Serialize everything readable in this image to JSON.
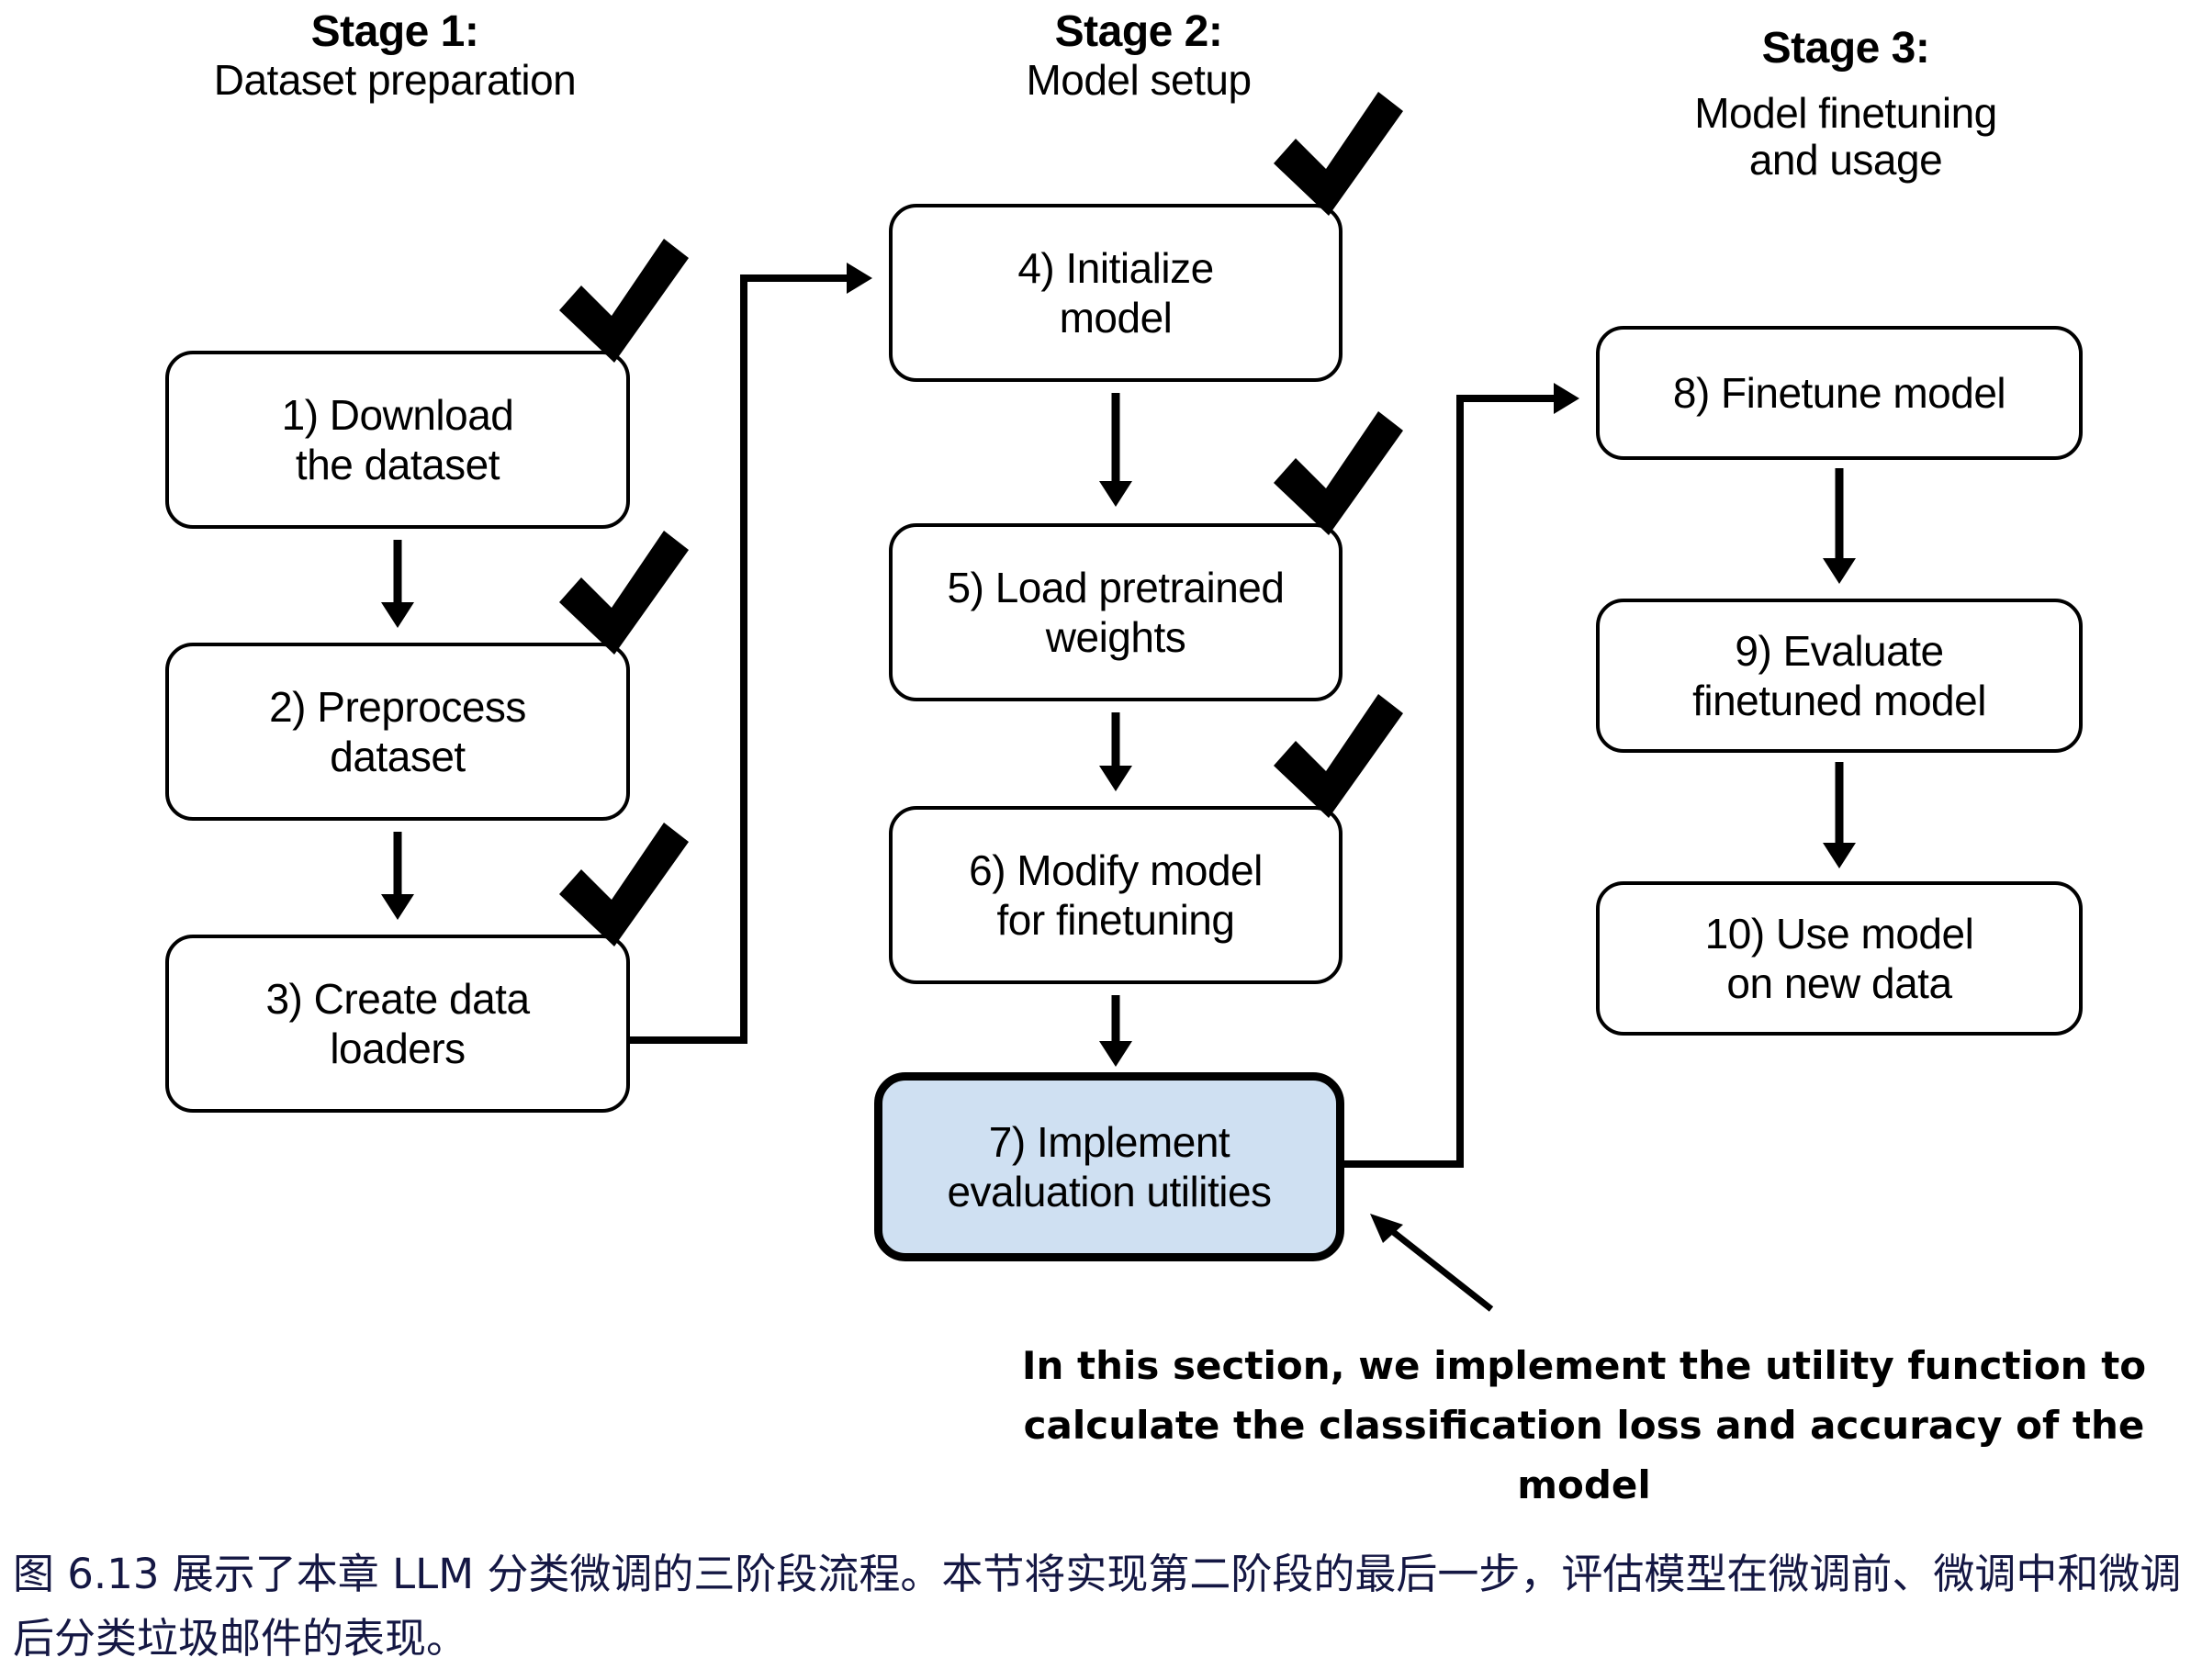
{
  "figure": {
    "stages": [
      {
        "title": "Stage 1:",
        "subtitle": "Dataset preparation"
      },
      {
        "title": "Stage 2:",
        "subtitle": "Model setup"
      },
      {
        "title": "Stage 3:",
        "subtitle": "Model finetuning\nand usage"
      }
    ],
    "nodes": [
      {
        "id": "n1",
        "label": "1) Download\nthe dataset",
        "done": true,
        "highlight": false
      },
      {
        "id": "n2",
        "label": "2) Preprocess\ndataset",
        "done": true,
        "highlight": false
      },
      {
        "id": "n3",
        "label": "3) Create data\nloaders",
        "done": true,
        "highlight": false
      },
      {
        "id": "n4",
        "label": "4) Initialize\nmodel",
        "done": true,
        "highlight": false
      },
      {
        "id": "n5",
        "label": "5) Load pretrained\nweights",
        "done": true,
        "highlight": false
      },
      {
        "id": "n6",
        "label": "6) Modify model\nfor finetuning",
        "done": true,
        "highlight": false
      },
      {
        "id": "n7",
        "label": "7) Implement\nevaluation utilities",
        "done": false,
        "highlight": true
      },
      {
        "id": "n8",
        "label": "8) Finetune model",
        "done": false,
        "highlight": false
      },
      {
        "id": "n9",
        "label": "9) Evaluate\nfinetuned model",
        "done": false,
        "highlight": false
      },
      {
        "id": "n10",
        "label": "10) Use model\non new data",
        "done": false,
        "highlight": false
      }
    ],
    "annotation": "In this section, we implement the utility function to\ncalculate the classification loss and accuracy of the model",
    "caption": "图 6.13 展示了本章 LLM 分类微调的三阶段流程。本节将实现第二阶段的最后一步，评估模型在微调前、微调中和微调后分类垃圾邮件的表现。",
    "colors": {
      "highlight_fill": "#cfe0f2",
      "stroke": "#000000",
      "caption_text": "#141743"
    }
  }
}
